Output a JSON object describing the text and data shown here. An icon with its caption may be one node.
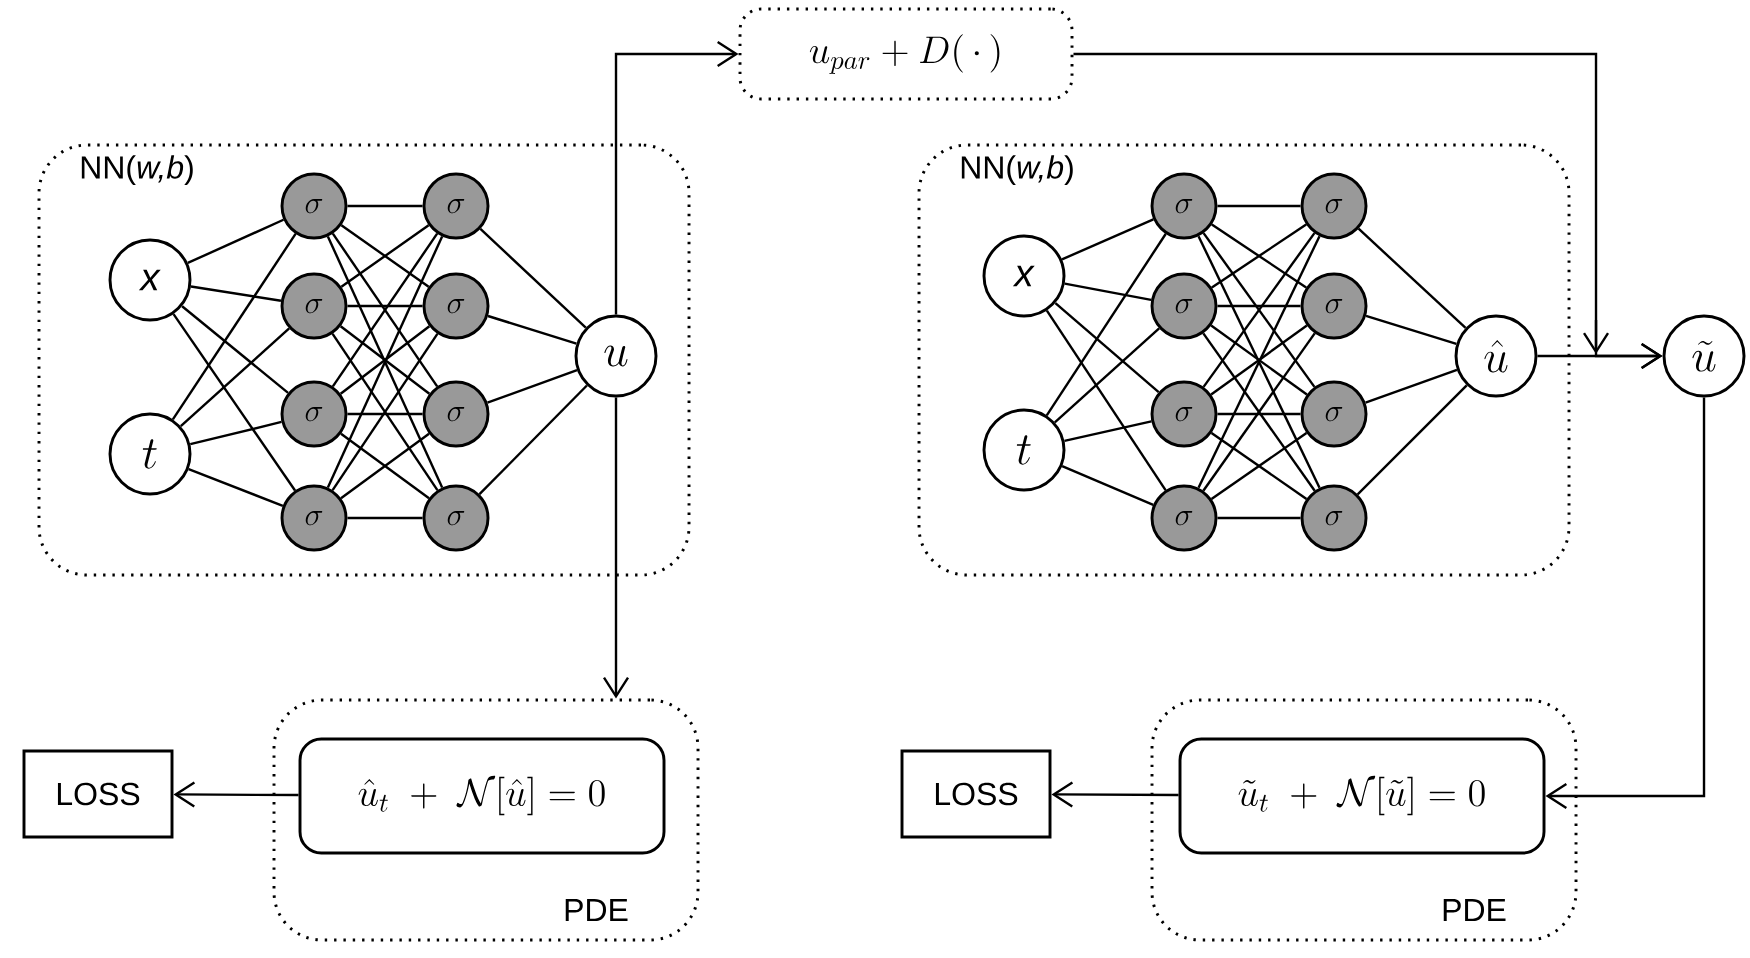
{
  "diagram": {
    "nodes": [
      {
        "text": [
          "NN(*w,b*)"
        ]
      },
      {
        "text": [
          "x"
        ],
        "in": 0
      },
      {
        "text": [
          "t"
        ],
        "in": 0
      },
      {
        "text": [
          "\\sigma"
        ],
        "in": 0
      },
      {
        "text": [
          "\\sigma"
        ],
        "in": 0
      },
      {
        "text": [
          "\\sigma"
        ],
        "in": 0
      },
      {
        "text": [
          "\\sigma"
        ],
        "in": 0
      },
      {
        "text": [
          "\\sigma"
        ],
        "in": 0
      },
      {
        "text": [
          "\\sigma"
        ],
        "in": 0
      },
      {
        "text": [
          "\\sigma"
        ],
        "in": 0
      },
      {
        "text": [
          "\\sigma"
        ],
        "in": 0
      },
      {
        "text": [
          "u"
        ],
        "in": 0
      },
      {
        "text": [
          "u_{par} + D(\\,\\cdot\\,)"
        ]
      },
      {
        "text": [
          "NN(*w,b*)"
        ]
      },
      {
        "text": [
          "x"
        ],
        "in": 13
      },
      {
        "text": [
          "t"
        ],
        "in": 13
      },
      {
        "text": [
          "\\sigma"
        ],
        "in": 13
      },
      {
        "text": [
          "\\sigma"
        ],
        "in": 13
      },
      {
        "text": [
          "\\sigma"
        ],
        "in": 13
      },
      {
        "text": [
          "\\sigma"
        ],
        "in": 13
      },
      {
        "text": [
          "\\sigma"
        ],
        "in": 13
      },
      {
        "text": [
          "\\sigma"
        ],
        "in": 13
      },
      {
        "text": [
          "\\sigma"
        ],
        "in": 13
      },
      {
        "text": [
          "\\sigma"
        ],
        "in": 13
      },
      {
        "text": [
          "\\hat{u}"
        ],
        "in": 13
      },
      {
        "text": [
          "\\tilde{u}"
        ]
      },
      {
        "text": [
          "LOSS"
        ]
      },
      {
        "text": [
          "PDE"
        ]
      },
      {
        "text": [
          "\\hat{u}_t \\;+\\; \\mathcal{N}[\\hat{u}] = 0"
        ],
        "in": 27
      },
      {
        "text": [
          "LOSS"
        ]
      },
      {
        "text": [
          "PDE"
        ]
      },
      {
        "text": [
          "\\tilde{u}_t \\;+\\; \\mathcal{N}[\\tilde{u}] = 0"
        ],
        "in": 30
      }
    ],
    "edges": [
      {
        "from": 1,
        "to": 3,
        "arrow": "none"
      },
      {
        "from": 1,
        "to": 4,
        "arrow": "none"
      },
      {
        "from": 1,
        "to": 5,
        "arrow": "none"
      },
      {
        "from": 1,
        "to": 6,
        "arrow": "none"
      },
      {
        "from": 2,
        "to": 3,
        "arrow": "none"
      },
      {
        "from": 2,
        "to": 4,
        "arrow": "none"
      },
      {
        "from": 2,
        "to": 5,
        "arrow": "none"
      },
      {
        "from": 2,
        "to": 6,
        "arrow": "none"
      },
      {
        "from": 3,
        "to": 7,
        "arrow": "none"
      },
      {
        "from": 3,
        "to": 8,
        "arrow": "none"
      },
      {
        "from": 3,
        "to": 9,
        "arrow": "none"
      },
      {
        "from": 3,
        "to": 10,
        "arrow": "none"
      },
      {
        "from": 4,
        "to": 7,
        "arrow": "none"
      },
      {
        "from": 4,
        "to": 8,
        "arrow": "none"
      },
      {
        "from": 4,
        "to": 9,
        "arrow": "none"
      },
      {
        "from": 4,
        "to": 10,
        "arrow": "none"
      },
      {
        "from": 5,
        "to": 7,
        "arrow": "none"
      },
      {
        "from": 5,
        "to": 8,
        "arrow": "none"
      },
      {
        "from": 5,
        "to": 9,
        "arrow": "none"
      },
      {
        "from": 5,
        "to": 10,
        "arrow": "none"
      },
      {
        "from": 6,
        "to": 7,
        "arrow": "none"
      },
      {
        "from": 6,
        "to": 8,
        "arrow": "none"
      },
      {
        "from": 6,
        "to": 9,
        "arrow": "none"
      },
      {
        "from": 6,
        "to": 10,
        "arrow": "none"
      },
      {
        "from": 7,
        "to": 11,
        "arrow": "none"
      },
      {
        "from": 8,
        "to": 11,
        "arrow": "none"
      },
      {
        "from": 9,
        "to": 11,
        "arrow": "none"
      },
      {
        "from": 10,
        "to": 11,
        "arrow": "none"
      },
      {
        "from": 14,
        "to": 16,
        "arrow": "none"
      },
      {
        "from": 14,
        "to": 17,
        "arrow": "none"
      },
      {
        "from": 14,
        "to": 18,
        "arrow": "none"
      },
      {
        "from": 14,
        "to": 19,
        "arrow": "none"
      },
      {
        "from": 15,
        "to": 16,
        "arrow": "none"
      },
      {
        "from": 15,
        "to": 17,
        "arrow": "none"
      },
      {
        "from": 15,
        "to": 18,
        "arrow": "none"
      },
      {
        "from": 15,
        "to": 19,
        "arrow": "none"
      },
      {
        "from": 16,
        "to": 20,
        "arrow": "none"
      },
      {
        "from": 16,
        "to": 21,
        "arrow": "none"
      },
      {
        "from": 16,
        "to": 22,
        "arrow": "none"
      },
      {
        "from": 16,
        "to": 23,
        "arrow": "none"
      },
      {
        "from": 17,
        "to": 20,
        "arrow": "none"
      },
      {
        "from": 17,
        "to": 21,
        "arrow": "none"
      },
      {
        "from": 17,
        "to": 22,
        "arrow": "none"
      },
      {
        "from": 17,
        "to": 23,
        "arrow": "none"
      },
      {
        "from": 18,
        "to": 20,
        "arrow": "none"
      },
      {
        "from": 18,
        "to": 21,
        "arrow": "none"
      },
      {
        "from": 18,
        "to": 22,
        "arrow": "none"
      },
      {
        "from": 18,
        "to": 23,
        "arrow": "none"
      },
      {
        "from": 19,
        "to": 20,
        "arrow": "none"
      },
      {
        "from": 19,
        "to": 21,
        "arrow": "none"
      },
      {
        "from": 19,
        "to": 22,
        "arrow": "none"
      },
      {
        "from": 19,
        "to": 23,
        "arrow": "none"
      },
      {
        "from": 20,
        "to": 24,
        "arrow": "none"
      },
      {
        "from": 21,
        "to": 24,
        "arrow": "none"
      },
      {
        "from": 22,
        "to": 24,
        "arrow": "none"
      },
      {
        "from": 23,
        "to": 24,
        "arrow": "none"
      },
      {
        "from": 11,
        "to": 12,
        "arrow": "to"
      },
      {
        "from": 11,
        "to": 27,
        "arrow": "to"
      },
      {
        "from": 12,
        "to": 25,
        "arrow": "to"
      },
      {
        "from": 24,
        "to": 25,
        "arrow": "to"
      },
      {
        "from": 25,
        "to": 31,
        "arrow": "to"
      },
      {
        "from": 28,
        "to": 26,
        "arrow": "to"
      },
      {
        "from": 31,
        "to": 29,
        "arrow": "to"
      }
    ]
  }
}
